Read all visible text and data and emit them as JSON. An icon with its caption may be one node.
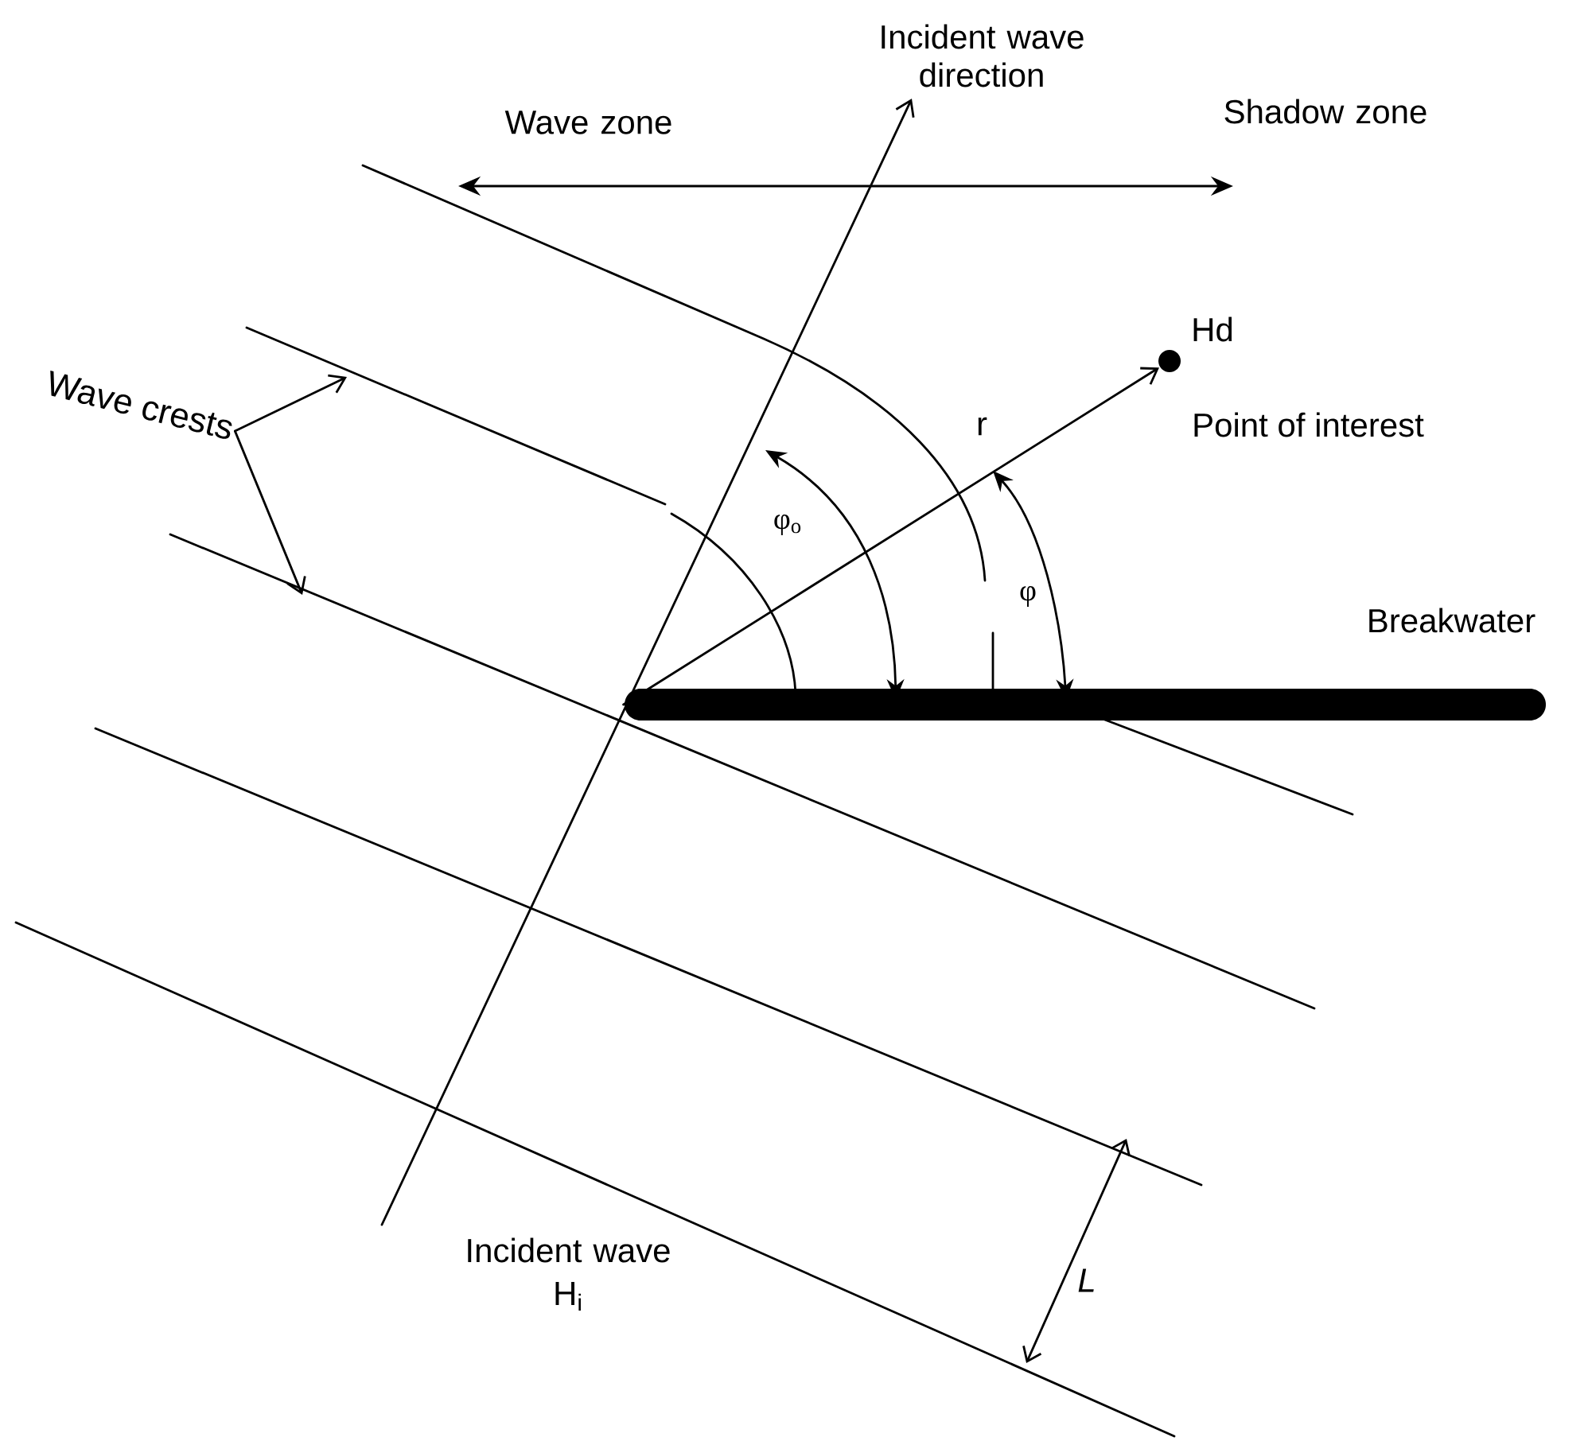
{
  "diagram": {
    "nodes": [
      {
        "text": [
          "Wave crests"
        ]
      },
      {
        "text": [],
        "shape": "bar",
        "beside": [
          "Breakwater"
        ]
      },
      {
        "text": [],
        "shape": "circle",
        "beside": [
          "Hd",
          "Point of interest"
        ]
      }
    ],
    "edges": [
      {
        "from": 0,
        "to": null,
        "arrow": "to"
      },
      {
        "from": 0,
        "to": null,
        "arrow": "to"
      },
      {
        "from": 1,
        "to": 2,
        "arrow": "to",
        "label": "r"
      }
    ],
    "labels": [
      "Incident wave direction",
      "Wave zone",
      "Shadow zone",
      "φ$_{o}$",
      "φ",
      "L",
      "Incident wave",
      "H$_{i}$"
    ]
  }
}
